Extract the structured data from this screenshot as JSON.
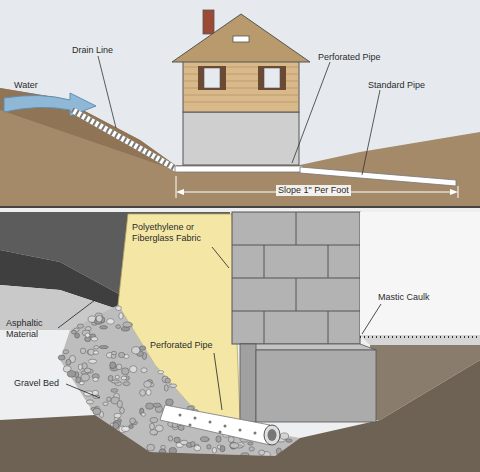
{
  "diagram": {
    "labels": [
      "Drain Line",
      "Water",
      "Perforated Pipe",
      "Standard Pipe",
      "Slope 1\" Per Foot",
      "Polyethylene or Fiberglass Fabric",
      "Mastic Caulk",
      "Asphaltic Material",
      "Perforated Pipe",
      "Gravel Bed"
    ]
  }
}
